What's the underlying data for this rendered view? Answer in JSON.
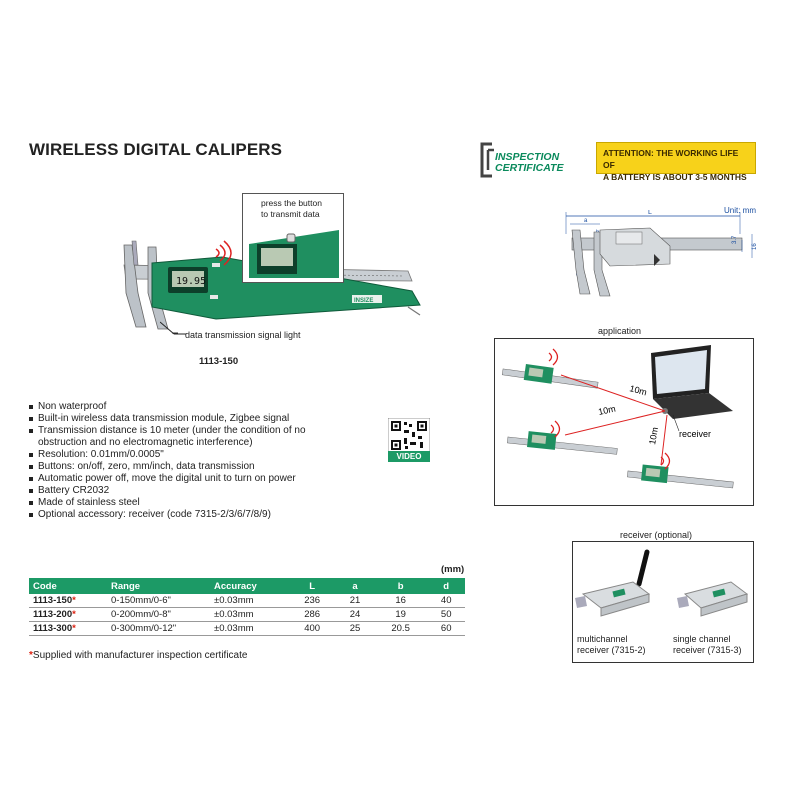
{
  "title": "WIRELESS DIGITAL CALIPERS",
  "inspection_logo": {
    "line1": "INSPECTION",
    "line2": "CERTIFICATE"
  },
  "attention": {
    "line1": "ATTENTION: THE WORKING LIFE OF",
    "line2": "A BATTERY IS ABOUT 3-5 MONTHS"
  },
  "callout": {
    "line1": "press the button",
    "line2": "to transmit data"
  },
  "signal_light_label": "data transmission signal light",
  "display_value": "19.95",
  "brand": "INSIZE",
  "model": "1113-150",
  "diagram": {
    "unit": "Unit: mm",
    "L": "L",
    "a": "a",
    "b": "b",
    "d": "d",
    "dim1": "3.7",
    "dim2": "16"
  },
  "application": {
    "label": "application",
    "dist1": "10m",
    "dist2": "10m",
    "dist3": "10m",
    "receiver": "receiver"
  },
  "features": [
    "Non waterproof",
    "Built-in wireless data transmission module, Zigbee signal",
    "Transmission distance is 10 meter (under the condition of no",
    "obstruction and no electromagnetic interference)",
    "Resolution: 0.01mm/0.0005\"",
    "Buttons: on/off, zero, mm/inch, data transmission",
    "Automatic power off, move the digital unit to turn on power",
    "Battery CR2032",
    "Made of stainless steel",
    "Optional accessory: receiver (code 7315-2/3/6/7/8/9)"
  ],
  "qr_label": "VIDEO",
  "receiver_section": {
    "label": "receiver (optional)",
    "multi": {
      "line1": "multichannel",
      "line2": "receiver (7315-2)"
    },
    "single": {
      "line1": "single channel",
      "line2": "receiver (7315-3)"
    }
  },
  "table": {
    "unit": "(mm)",
    "headers": [
      "Code",
      "Range",
      "Accuracy",
      "L",
      "a",
      "b",
      "d"
    ],
    "rows": [
      [
        "1113-150",
        "0-150mm/0-6\"",
        "±0.03mm",
        "236",
        "21",
        "16",
        "40"
      ],
      [
        "1113-200",
        "0-200mm/0-8\"",
        "±0.03mm",
        "286",
        "24",
        "19",
        "50"
      ],
      [
        "1113-300",
        "0-300mm/0-12\"",
        "±0.03mm",
        "400",
        "25",
        "20.5",
        "60"
      ]
    ],
    "star": "*"
  },
  "footnote": "Supplied with manufacturer inspection certificate",
  "colors": {
    "green": "#1c9a66",
    "yellow": "#f7d21a",
    "red": "#dd2211",
    "blue": "#1a4ea0"
  }
}
